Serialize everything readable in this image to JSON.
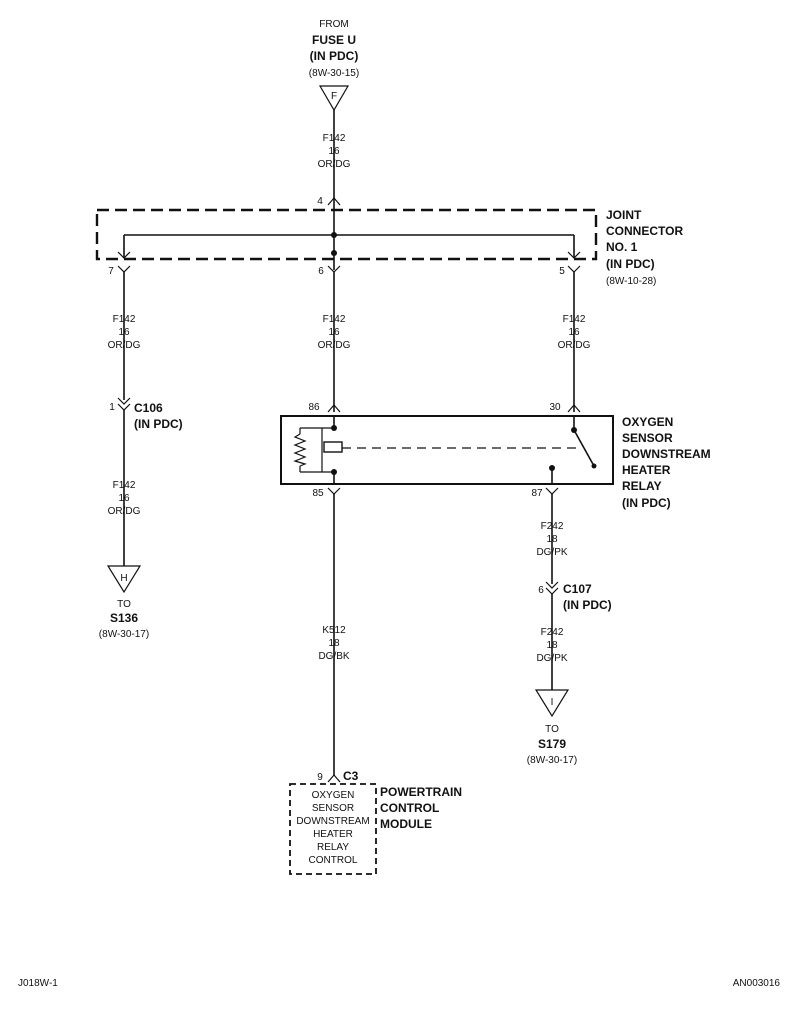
{
  "top_source": {
    "from": "FROM",
    "name": "FUSE U",
    "location": "(IN PDC)",
    "ref": "(8W-30-15)",
    "flag": "F"
  },
  "wire_in": {
    "circuit": "F142",
    "gauge": "16",
    "color": "OR/DG",
    "pin": "4"
  },
  "joint_connector": {
    "line1": "JOINT",
    "line2": "CONNECTOR",
    "line3": "NO. 1",
    "line4": "(IN PDC)",
    "ref": "(8W-10-28)",
    "pin_left": "7",
    "pin_mid": "6",
    "pin_right": "5"
  },
  "wire_left": {
    "circuit": "F142",
    "gauge": "16",
    "color": "OR/DG"
  },
  "wire_mid": {
    "circuit": "F142",
    "gauge": "16",
    "color": "OR/DG"
  },
  "wire_right": {
    "circuit": "F142",
    "gauge": "16",
    "color": "OR/DG"
  },
  "c106": {
    "pin": "1",
    "name": "C106",
    "location": "(IN PDC)"
  },
  "wire_left_lower": {
    "circuit": "F142",
    "gauge": "16",
    "color": "OR/DG"
  },
  "s136": {
    "flag": "H",
    "to": "TO",
    "name": "S136",
    "ref": "(8W-30-17)"
  },
  "relay": {
    "line1": "OXYGEN",
    "line2": "SENSOR",
    "line3": "DOWNSTREAM",
    "line4": "HEATER",
    "line5": "RELAY",
    "line6": "(IN PDC)",
    "pin86": "86",
    "pin30": "30",
    "pin85": "85",
    "pin87": "87"
  },
  "wire_f242_upper": {
    "circuit": "F242",
    "gauge": "18",
    "color": "DG/PK"
  },
  "c107": {
    "pin": "6",
    "name": "C107",
    "location": "(IN PDC)"
  },
  "wire_f242_lower": {
    "circuit": "F242",
    "gauge": "18",
    "color": "DG/PK"
  },
  "s179": {
    "flag": "I",
    "to": "TO",
    "name": "S179",
    "ref": "(8W-30-17)"
  },
  "wire_k512": {
    "circuit": "K512",
    "gauge": "18",
    "color": "DG/BK"
  },
  "pcm": {
    "pin": "9",
    "connector": "C3",
    "line1": "POWERTRAIN",
    "line2": "CONTROL",
    "line3": "MODULE",
    "inner1": "OXYGEN",
    "inner2": "SENSOR",
    "inner3": "DOWNSTREAM",
    "inner4": "HEATER",
    "inner5": "RELAY",
    "inner6": "CONTROL"
  },
  "footer": {
    "left": "J018W-1",
    "right": "AN003016"
  }
}
